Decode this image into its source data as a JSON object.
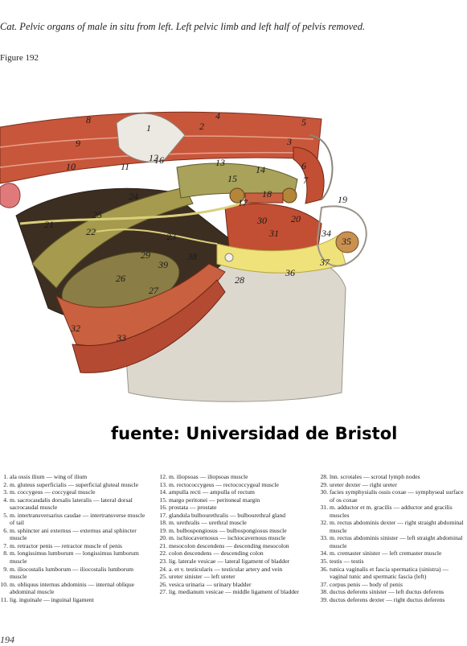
{
  "caption": "Cat. Pelvic organs of male in situ from left. Left pelvic limb and left half of pelvis removed.",
  "figure_label": "Figure 192",
  "credit": "fuente: Universidad de Bristol",
  "page_number": "194",
  "colors": {
    "muscle": "#c7553a",
    "organ": "#7d6a3a",
    "cartilage": "#e6e2da",
    "fat": "#efe27a",
    "bone": "#d9d4c8"
  },
  "illustration": {
    "labels": [
      "1",
      "2",
      "3",
      "4",
      "5",
      "6",
      "7",
      "8",
      "9",
      "10",
      "11",
      "12",
      "13",
      "14",
      "15",
      "16",
      "17",
      "18",
      "19",
      "20",
      "21",
      "22",
      "23",
      "24",
      "25",
      "26",
      "27",
      "28",
      "29",
      "30",
      "31",
      "32",
      "33",
      "34",
      "35",
      "36",
      "37",
      "38",
      "39"
    ]
  },
  "legend": [
    {
      "num": "1.",
      "text": "ala ossis ilium — wing of ilium"
    },
    {
      "num": "2.",
      "text": "m. gluteus superficialis — superficial gluteal muscle"
    },
    {
      "num": "3.",
      "text": "m. coccygeus — coccygeal muscle"
    },
    {
      "num": "4.",
      "text": "m. sacrocaudalis dorsalis lateralis — lateral dorsal sacrocaudal muscle"
    },
    {
      "num": "5.",
      "text": "m. intertransversarius caudae — intertransverse muscle of tail"
    },
    {
      "num": "6.",
      "text": "m. sphincter ani externus — externus anal sphincter muscle"
    },
    {
      "num": "7.",
      "text": "m. retractor penis — retractor muscle of penis"
    },
    {
      "num": "8.",
      "text": "m. longissimus lumborum — longissimus lumborum muscle"
    },
    {
      "num": "9.",
      "text": "m. iliocostalis lumborum — iliocostalis lumborum muscle"
    },
    {
      "num": "10.",
      "text": "m. obliquus internus abdominis — internal oblique abdominal muscle"
    },
    {
      "num": "11.",
      "text": "lig. inguinale — inguinal ligament"
    },
    {
      "num": "12.",
      "text": "m. iliopsoas — iliopsoas muscle"
    },
    {
      "num": "13.",
      "text": "m. rectococcygeus — rectococcygeal muscle"
    },
    {
      "num": "14.",
      "text": "ampulla recti — ampulla of rectum"
    },
    {
      "num": "15.",
      "text": "margo peritonei — peritoneal margin"
    },
    {
      "num": "16.",
      "text": "prostata — prostate"
    },
    {
      "num": "17.",
      "text": "glandula bulbourethralis — bulbourethral gland"
    },
    {
      "num": "18.",
      "text": "m. urethralis — urethral muscle"
    },
    {
      "num": "19.",
      "text": "m. bulbospongiosus — bulbospongiosus muscle"
    },
    {
      "num": "20.",
      "text": "m. ischiocavernosus — ischiocavernous muscle"
    },
    {
      "num": "21.",
      "text": "mesocolon descendens — descending mesocolon"
    },
    {
      "num": "22.",
      "text": "colon descendens — descending colon"
    },
    {
      "num": "23.",
      "text": "lig. laterale vesicae — lateral ligament of bladder"
    },
    {
      "num": "24.",
      "text": "a. et v. testicularis — testicular artery and vein"
    },
    {
      "num": "25.",
      "text": "ureter sinister — left ureter"
    },
    {
      "num": "26.",
      "text": "vesica urinaria — urinary bladder"
    },
    {
      "num": "27.",
      "text": "lig. medianum vesicae — middle ligament of bladder"
    },
    {
      "num": "28.",
      "text": "lnn. scrotales — scrotal lymph nodes"
    },
    {
      "num": "29.",
      "text": "ureter dexter — right ureter"
    },
    {
      "num": "30.",
      "text": "facies symphysialis ossis coxae — symphyseal surface of os coxae"
    },
    {
      "num": "31.",
      "text": "m. adductor et m. gracilis — adductor and gracilis muscles"
    },
    {
      "num": "32.",
      "text": "m. rectus abdominis dexter — right straight abdominal muscle"
    },
    {
      "num": "33.",
      "text": "m. rectus abdominis sinister — left straight abdominal muscle"
    },
    {
      "num": "34.",
      "text": "m. cremaster sinister — left cremaster muscle"
    },
    {
      "num": "35.",
      "text": "testis — testis"
    },
    {
      "num": "36.",
      "text": "tunica vaginalis et fascia spermatica (sinistra) — vaginal tunic and spermatic fascia (left)"
    },
    {
      "num": "37.",
      "text": "corpus penis — body of penis"
    },
    {
      "num": "38.",
      "text": "ductus deferens sinister — left ductus deferens"
    },
    {
      "num": "39.",
      "text": "ductus deferens dexter — right ductus deferens"
    }
  ]
}
